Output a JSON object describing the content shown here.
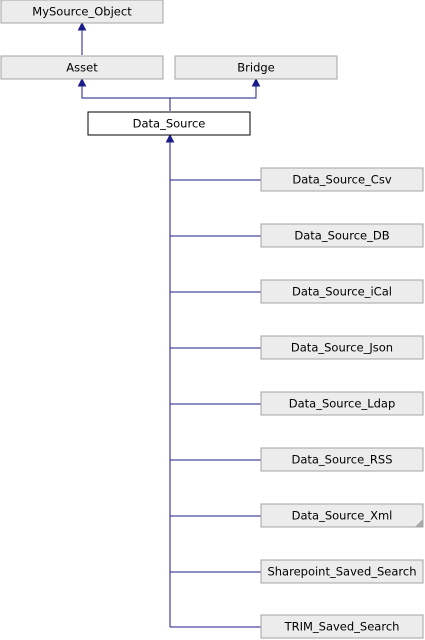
{
  "diagram": {
    "nodes": {
      "mysource_object": "MySource_Object",
      "asset": "Asset",
      "bridge": "Bridge",
      "data_source": "Data_Source",
      "csv": "Data_Source_Csv",
      "db": "Data_Source_DB",
      "ical": "Data_Source_iCal",
      "json": "Data_Source_Json",
      "ldap": "Data_Source_Ldap",
      "rss": "Data_Source_RSS",
      "xml": "Data_Source_Xml",
      "sharepoint": "Sharepoint_Saved_Search",
      "trim": "TRIM_Saved_Search"
    },
    "colors": {
      "edge": "#1b1b8a",
      "node_fill": "#ececec",
      "node_border": "#a3a3a3",
      "current_fill": "#ffffff",
      "current_border": "#000000"
    }
  }
}
